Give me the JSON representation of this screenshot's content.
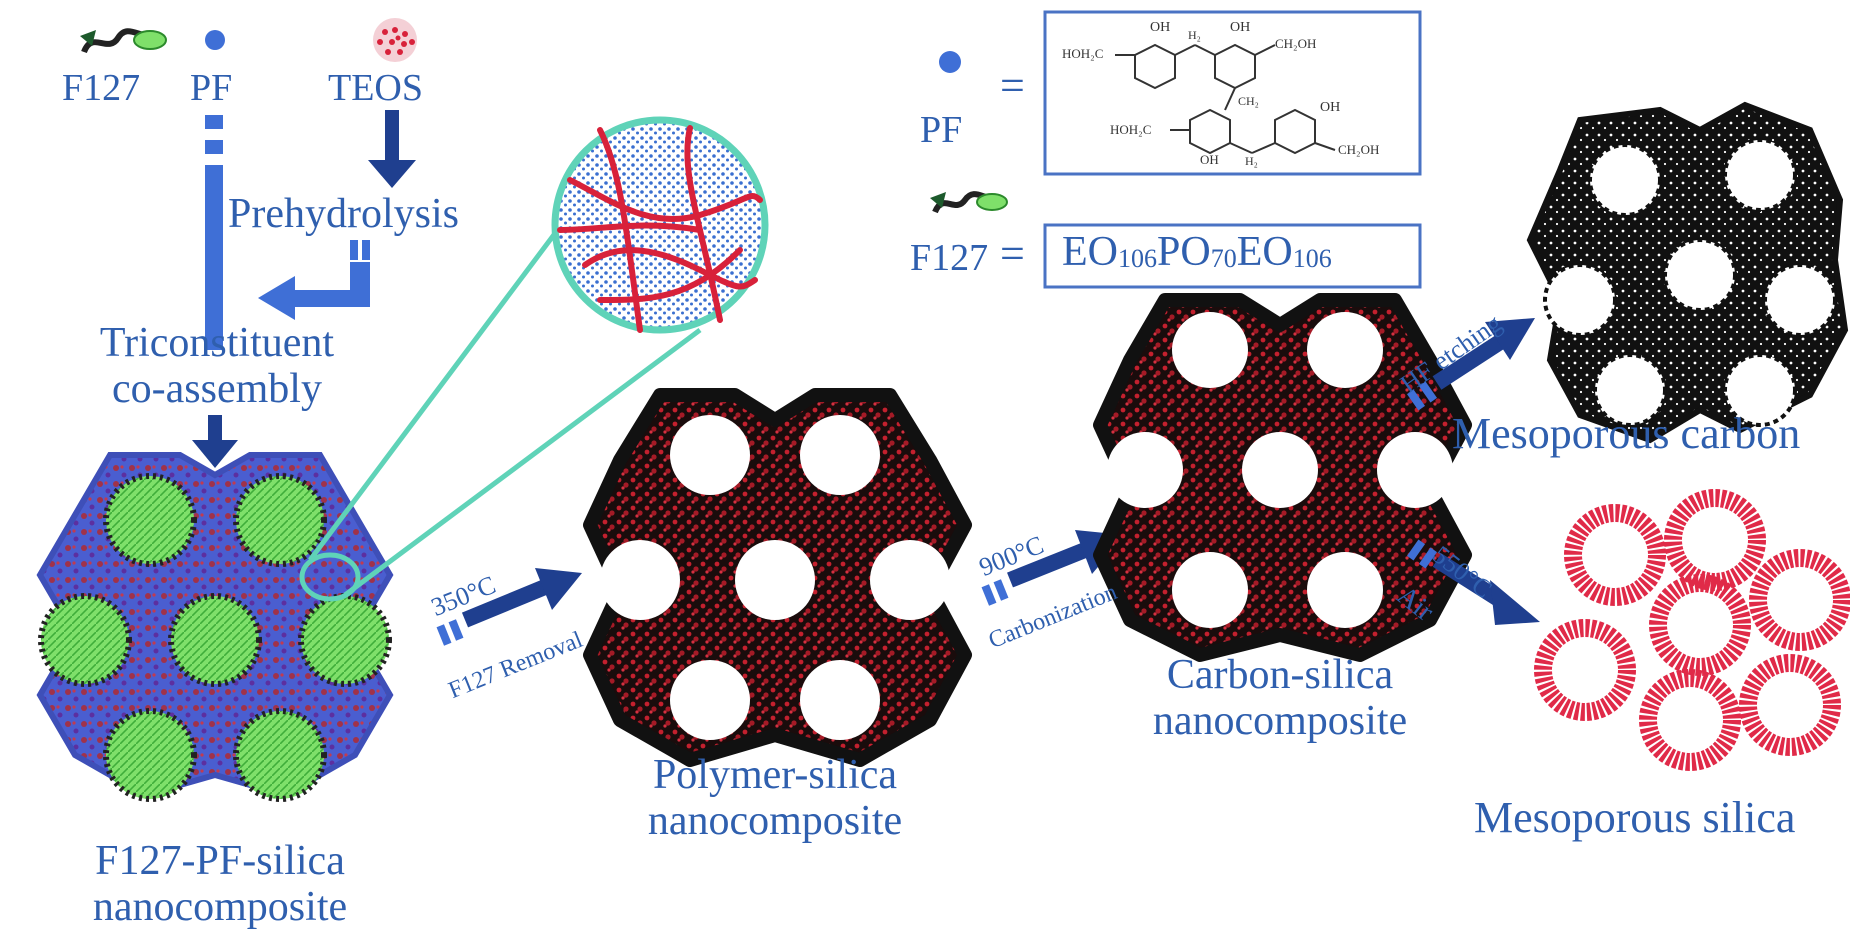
{
  "top_legend": {
    "f127": "F127",
    "pf": "PF",
    "teos": "TEOS"
  },
  "steps": {
    "prehydrolysis": "Prehydrolysis",
    "tricon_line1": "Triconstituent",
    "tricon_line2": "co-assembly"
  },
  "products": {
    "f127pf_line1": "F127-PF-silica",
    "f127pf_line2": "nanocomposite",
    "polymer_line1": "Polymer-silica",
    "polymer_line2": "nanocomposite",
    "carbon_silica_line1": "Carbon-silica",
    "carbon_silica_line2": "nanocomposite",
    "meso_carbon": "Mesoporous carbon",
    "meso_silica": "Mesoporous silica"
  },
  "arrows": {
    "a1_top": "350°C",
    "a1_bottom": "F127 Removal",
    "a2_top": "900°C",
    "a2_bottom": "Carbonization",
    "a3_top": "HF etching",
    "a4_top": "550°C",
    "a4_bottom": "Air"
  },
  "legend_right": {
    "pf": "PF",
    "eq": "=",
    "f127": "F127",
    "eq2": "=",
    "formula": {
      "eo1": "EO",
      "n1": "106",
      "po": "PO",
      "n2": "70",
      "eo2": "EO",
      "n3": "106"
    },
    "struct": {
      "oh_a": "OH",
      "h2_a": "H₂",
      "oh_b": "OH",
      "hoh2c_top": "HOH₂C",
      "ch2oh_top": "CH₂OH",
      "ch2_mid": "CH₂",
      "oh_c": "OH",
      "hoh2c_bot": "HOH₂C",
      "oh_d": "OH",
      "h2_b": "H₂",
      "ch2oh_bot": "CH₂OH"
    }
  },
  "colors": {
    "blue": "#2f5fae",
    "arrow": "#1f3f8f",
    "red": "#d8213a",
    "black": "#151515",
    "green": "#7fe06a",
    "teal": "#5fd3b8"
  }
}
